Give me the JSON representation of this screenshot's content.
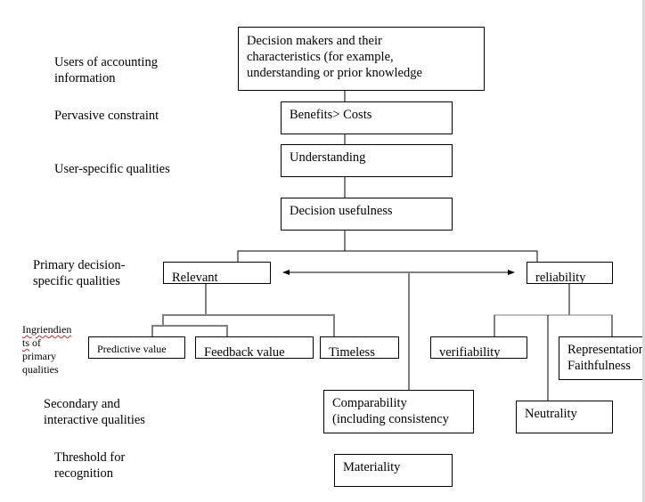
{
  "diagram": {
    "title": "Hierarchy of accounting qualities",
    "levels": [
      {
        "key": "users",
        "label": "Users of accounting information",
        "lines": [
          "Users of accounting",
          "information"
        ]
      },
      {
        "key": "constraint",
        "label": "Pervasive constraint",
        "lines": [
          "Pervasive constraint"
        ]
      },
      {
        "key": "user_specific",
        "label": "User-specific qualities",
        "lines": [
          "User-specific qualities"
        ]
      },
      {
        "key": "primary",
        "label": "Primary decision-specific qualities",
        "lines": [
          "Primary decision-",
          "specific qualities"
        ]
      },
      {
        "key": "ingredients",
        "label": "Ingriendients of primary qualities",
        "lines": [
          "Ingriendien",
          "ts of",
          "primary",
          "qualities"
        ]
      },
      {
        "key": "secondary",
        "label": "Secondary and interactive qualities",
        "lines": [
          "Secondary and",
          "interactive qualities"
        ]
      },
      {
        "key": "threshold",
        "label": "Threshold for recognition",
        "lines": [
          "Threshold for",
          "recognition"
        ]
      }
    ],
    "nodes": {
      "decision_makers": {
        "lines": [
          "Decision makers and their",
          "characteristics (for example,",
          "understanding or prior knowledge"
        ]
      },
      "benefits_costs": {
        "text": "Benefits> Costs"
      },
      "understanding": {
        "text": "Understanding"
      },
      "decision_usefulness": {
        "text": "Decision usefulness"
      },
      "relevant": {
        "text": "Relevant"
      },
      "reliability": {
        "text": "reliability"
      },
      "predictive_value": {
        "text": "Predictive value"
      },
      "feedback_value": {
        "text": "Feedback value"
      },
      "timeless": {
        "text": "Timeless"
      },
      "verifiability": {
        "text": "verifiability"
      },
      "representational_faithfulness": {
        "lines": [
          "Representational",
          "Faithfulness"
        ]
      },
      "neutrality": {
        "text": "Neutrality"
      },
      "comparability": {
        "lines": [
          "Comparability",
          "(including consistency"
        ]
      },
      "materiality": {
        "text": "Materiality"
      }
    },
    "colors": {
      "line_dark": "#000000",
      "line_gray": "#7f7f7f",
      "spellcheck": "#e02020"
    }
  }
}
